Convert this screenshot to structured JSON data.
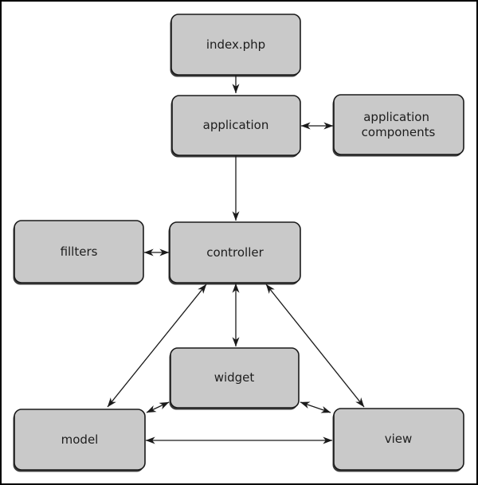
{
  "canvas": {
    "width": "600",
    "height": "609",
    "background": "#ffffff",
    "frame_color": "#000000"
  },
  "diagram": {
    "style": {
      "node_fill": "#c9c9c9",
      "node_border": "#1a1a1a",
      "arrow_color": "#1a1a1a",
      "text_color": "#1d1d1d"
    },
    "nodes": {
      "index_php": {
        "label": "index.php"
      },
      "application": {
        "label": "application"
      },
      "application_components": {
        "label": "application components",
        "line1": "application",
        "line2": "components"
      },
      "fillters": {
        "label": "fillters"
      },
      "controller": {
        "label": "controller"
      },
      "widget": {
        "label": "widget"
      },
      "model": {
        "label": "model"
      },
      "view": {
        "label": "view"
      }
    },
    "edges": [
      {
        "from": "index.php",
        "to": "application",
        "type": "one-way"
      },
      {
        "from": "application",
        "to": "application components",
        "type": "two-way"
      },
      {
        "from": "application",
        "to": "controller",
        "type": "one-way"
      },
      {
        "from": "fillters",
        "to": "controller",
        "type": "two-way"
      },
      {
        "from": "controller",
        "to": "widget",
        "type": "two-way"
      },
      {
        "from": "controller",
        "to": "model",
        "type": "two-way"
      },
      {
        "from": "controller",
        "to": "view",
        "type": "two-way"
      },
      {
        "from": "widget",
        "to": "model",
        "type": "two-way"
      },
      {
        "from": "widget",
        "to": "view",
        "type": "two-way"
      },
      {
        "from": "model",
        "to": "view",
        "type": "two-way"
      }
    ]
  }
}
